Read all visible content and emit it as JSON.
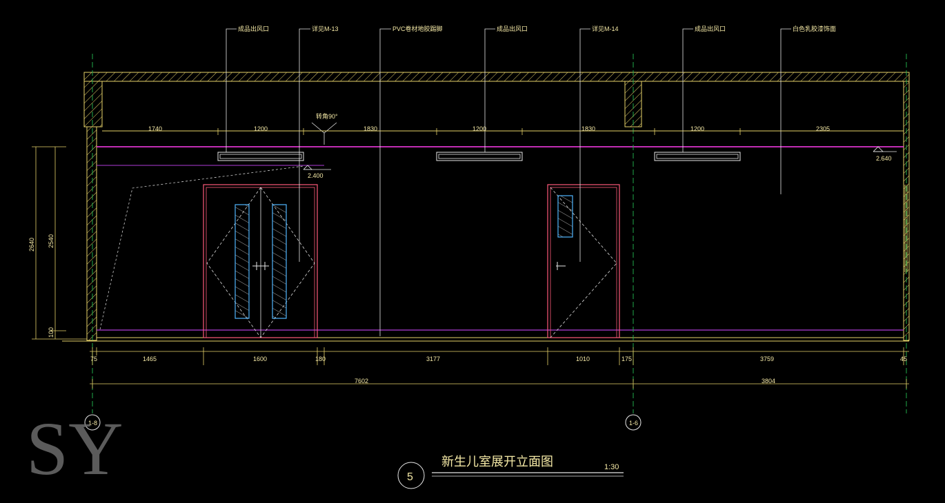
{
  "callouts": [
    {
      "text": "成品出风口"
    },
    {
      "text": "详见M-13"
    },
    {
      "text": "PVC卷材地胶踢脚"
    },
    {
      "text": "成品出风口"
    },
    {
      "text": "详见M-14"
    },
    {
      "text": "成品出风口"
    },
    {
      "text": "白色乳胶漆饰面"
    }
  ],
  "opening_label": "转角90°",
  "levels": [
    "2.400",
    "2.640"
  ],
  "top_dims": [
    "1740",
    "1200",
    "1830",
    "1200",
    "1830",
    "1200",
    "2305"
  ],
  "bottom_dims": [
    "75",
    "1465",
    "1600",
    "180",
    "3177",
    "1010",
    "175",
    "3759",
    "45"
  ],
  "total_dims": [
    "7602",
    "3804"
  ],
  "left_dims": [
    "2640",
    "2540",
    "100"
  ],
  "axis_markers": [
    "1-8",
    "1-6"
  ],
  "title": {
    "number": "5",
    "text": "新生儿室展开立面图",
    "scale": "1:30"
  },
  "watermark": "SY",
  "colors": {
    "background": "#000000",
    "wall": "#e8d36a",
    "ceiling_line": "#ff3cf0",
    "skirting": "#b03cd8",
    "door_frame": "#ff5a7a",
    "glass": "#4fb6ff",
    "dimension": "#f5e9a6",
    "axis": "#1faa4a"
  }
}
